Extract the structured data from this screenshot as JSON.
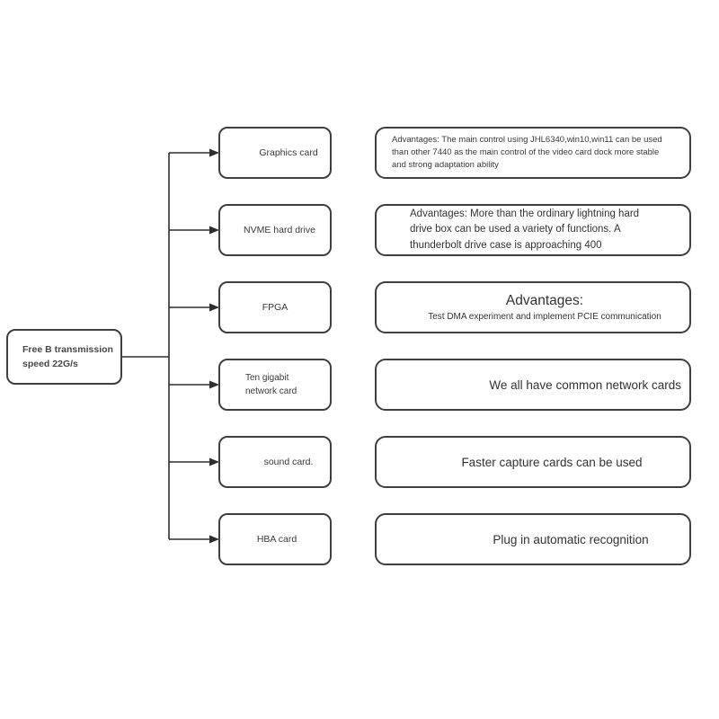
{
  "diagram": {
    "root": {
      "label": "Free B transmission speed 22G/s"
    },
    "rows": [
      {
        "label": "Graphics card",
        "desc": "Advantages: The main control using JHL6340,win10,win11 can be used than other 7440 as the main control of the video card dock more stable and strong adaptation ability"
      },
      {
        "label": "NVME hard drive",
        "desc": "Advantages: More than the ordinary lightning hard drive box can be used a variety of functions. A thunderbolt drive case is approaching 400"
      },
      {
        "label": "FPGA",
        "desc_title": "Advantages:",
        "desc": "Test DMA experiment and implement PCIE communication"
      },
      {
        "label": "Ten gigabit network card",
        "desc": "We all have common network cards"
      },
      {
        "label": "sound card.",
        "desc": "Faster capture cards can be used"
      },
      {
        "label": "HBA card",
        "desc": "Plug in automatic recognition"
      }
    ],
    "colors": {
      "border": "#3f3f3f",
      "line": "#2e2e2e",
      "text": "#333333"
    }
  }
}
